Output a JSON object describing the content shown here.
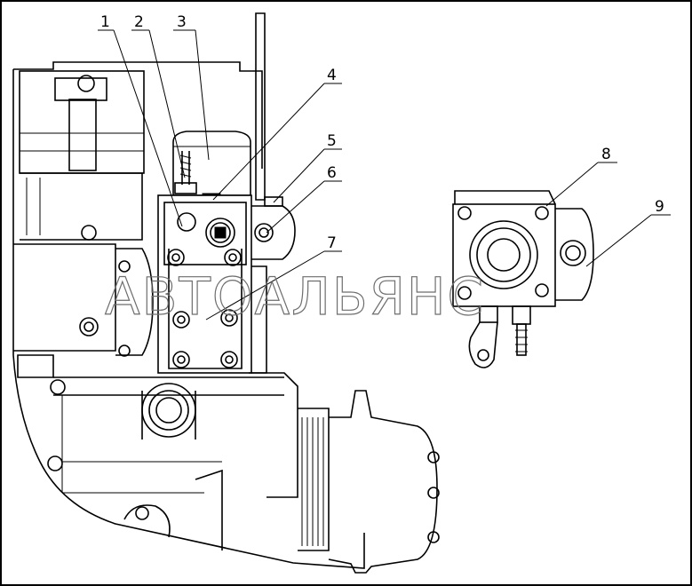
{
  "callouts": [
    {
      "label": "1"
    },
    {
      "label": "2"
    },
    {
      "label": "3"
    },
    {
      "label": "4"
    },
    {
      "label": "5"
    },
    {
      "label": "6"
    },
    {
      "label": "7"
    },
    {
      "label": "8"
    },
    {
      "label": "9"
    }
  ],
  "watermark": {
    "text": "АВТОАЛЬЯНС"
  }
}
